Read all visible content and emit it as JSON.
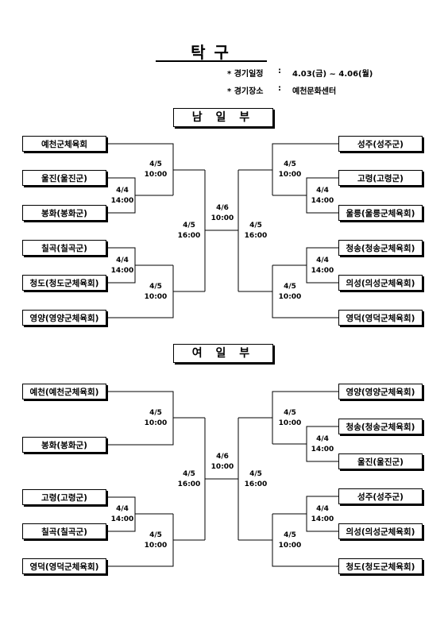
{
  "title": "탁 구",
  "info": {
    "schedule_label": "* 경기일정",
    "schedule_sep": ":",
    "schedule_value": "4.03(금) ~ 4.06(월)",
    "venue_label": "* 경기장소",
    "venue_sep": ":",
    "venue_value": "예천문화센터"
  },
  "men": {
    "title": "남 일 부",
    "left_teams": [
      "예천군체육회",
      "울진(울진군)",
      "봉화(봉화군)",
      "칠곡(칠곡군)",
      "청도(청도군체육회)",
      "영양(영양군체육회)"
    ],
    "right_teams": [
      "성주(성주군)",
      "고령(고령군)",
      "울릉(울릉군체육회)",
      "청송(청송군체육회)",
      "의성(의성군체육회)",
      "영덕(영덕군체육회)"
    ],
    "matches": {
      "l_r1a": {
        "date": "4/4",
        "time": "14:00"
      },
      "l_r2a": {
        "date": "4/5",
        "time": "10:00"
      },
      "l_r1b": {
        "date": "4/4",
        "time": "14:00"
      },
      "l_r2b": {
        "date": "4/5",
        "time": "10:00"
      },
      "l_semi": {
        "date": "4/5",
        "time": "16:00"
      },
      "final": {
        "date": "4/6",
        "time": "10:00"
      },
      "r_semi": {
        "date": "4/5",
        "time": "16:00"
      },
      "r_r1a": {
        "date": "4/4",
        "time": "14:00"
      },
      "r_r2a": {
        "date": "4/5",
        "time": "10:00"
      },
      "r_r1b": {
        "date": "4/4",
        "time": "14:00"
      },
      "r_r2b": {
        "date": "4/5",
        "time": "10:00"
      }
    }
  },
  "women": {
    "title": "여 일 부",
    "left_teams": [
      "예천(예천군체육회)",
      "봉화(봉화군)",
      "고령(고령군)",
      "칠곡(칠곡군)",
      "영덕(영덕군체육회)"
    ],
    "right_teams": [
      "영양(영양군체육회)",
      "청송(청송군체육회)",
      "울진(울진군)",
      "성주(성주군)",
      "의성(의성군체육회)",
      "청도(청도군체육회)"
    ],
    "matches": {
      "l_r2a": {
        "date": "4/5",
        "time": "10:00"
      },
      "l_r1b": {
        "date": "4/4",
        "time": "14:00"
      },
      "l_r2b": {
        "date": "4/5",
        "time": "10:00"
      },
      "l_semi": {
        "date": "4/5",
        "time": "16:00"
      },
      "final": {
        "date": "4/6",
        "time": "10:00"
      },
      "r_semi": {
        "date": "4/5",
        "time": "16:00"
      },
      "r_r2a": {
        "date": "4/5",
        "time": "10:00"
      },
      "r_r1a": {
        "date": "4/4",
        "time": "14:00"
      },
      "r_r1b": {
        "date": "4/4",
        "time": "14:00"
      },
      "r_r2b": {
        "date": "4/5",
        "time": "10:00"
      }
    }
  }
}
